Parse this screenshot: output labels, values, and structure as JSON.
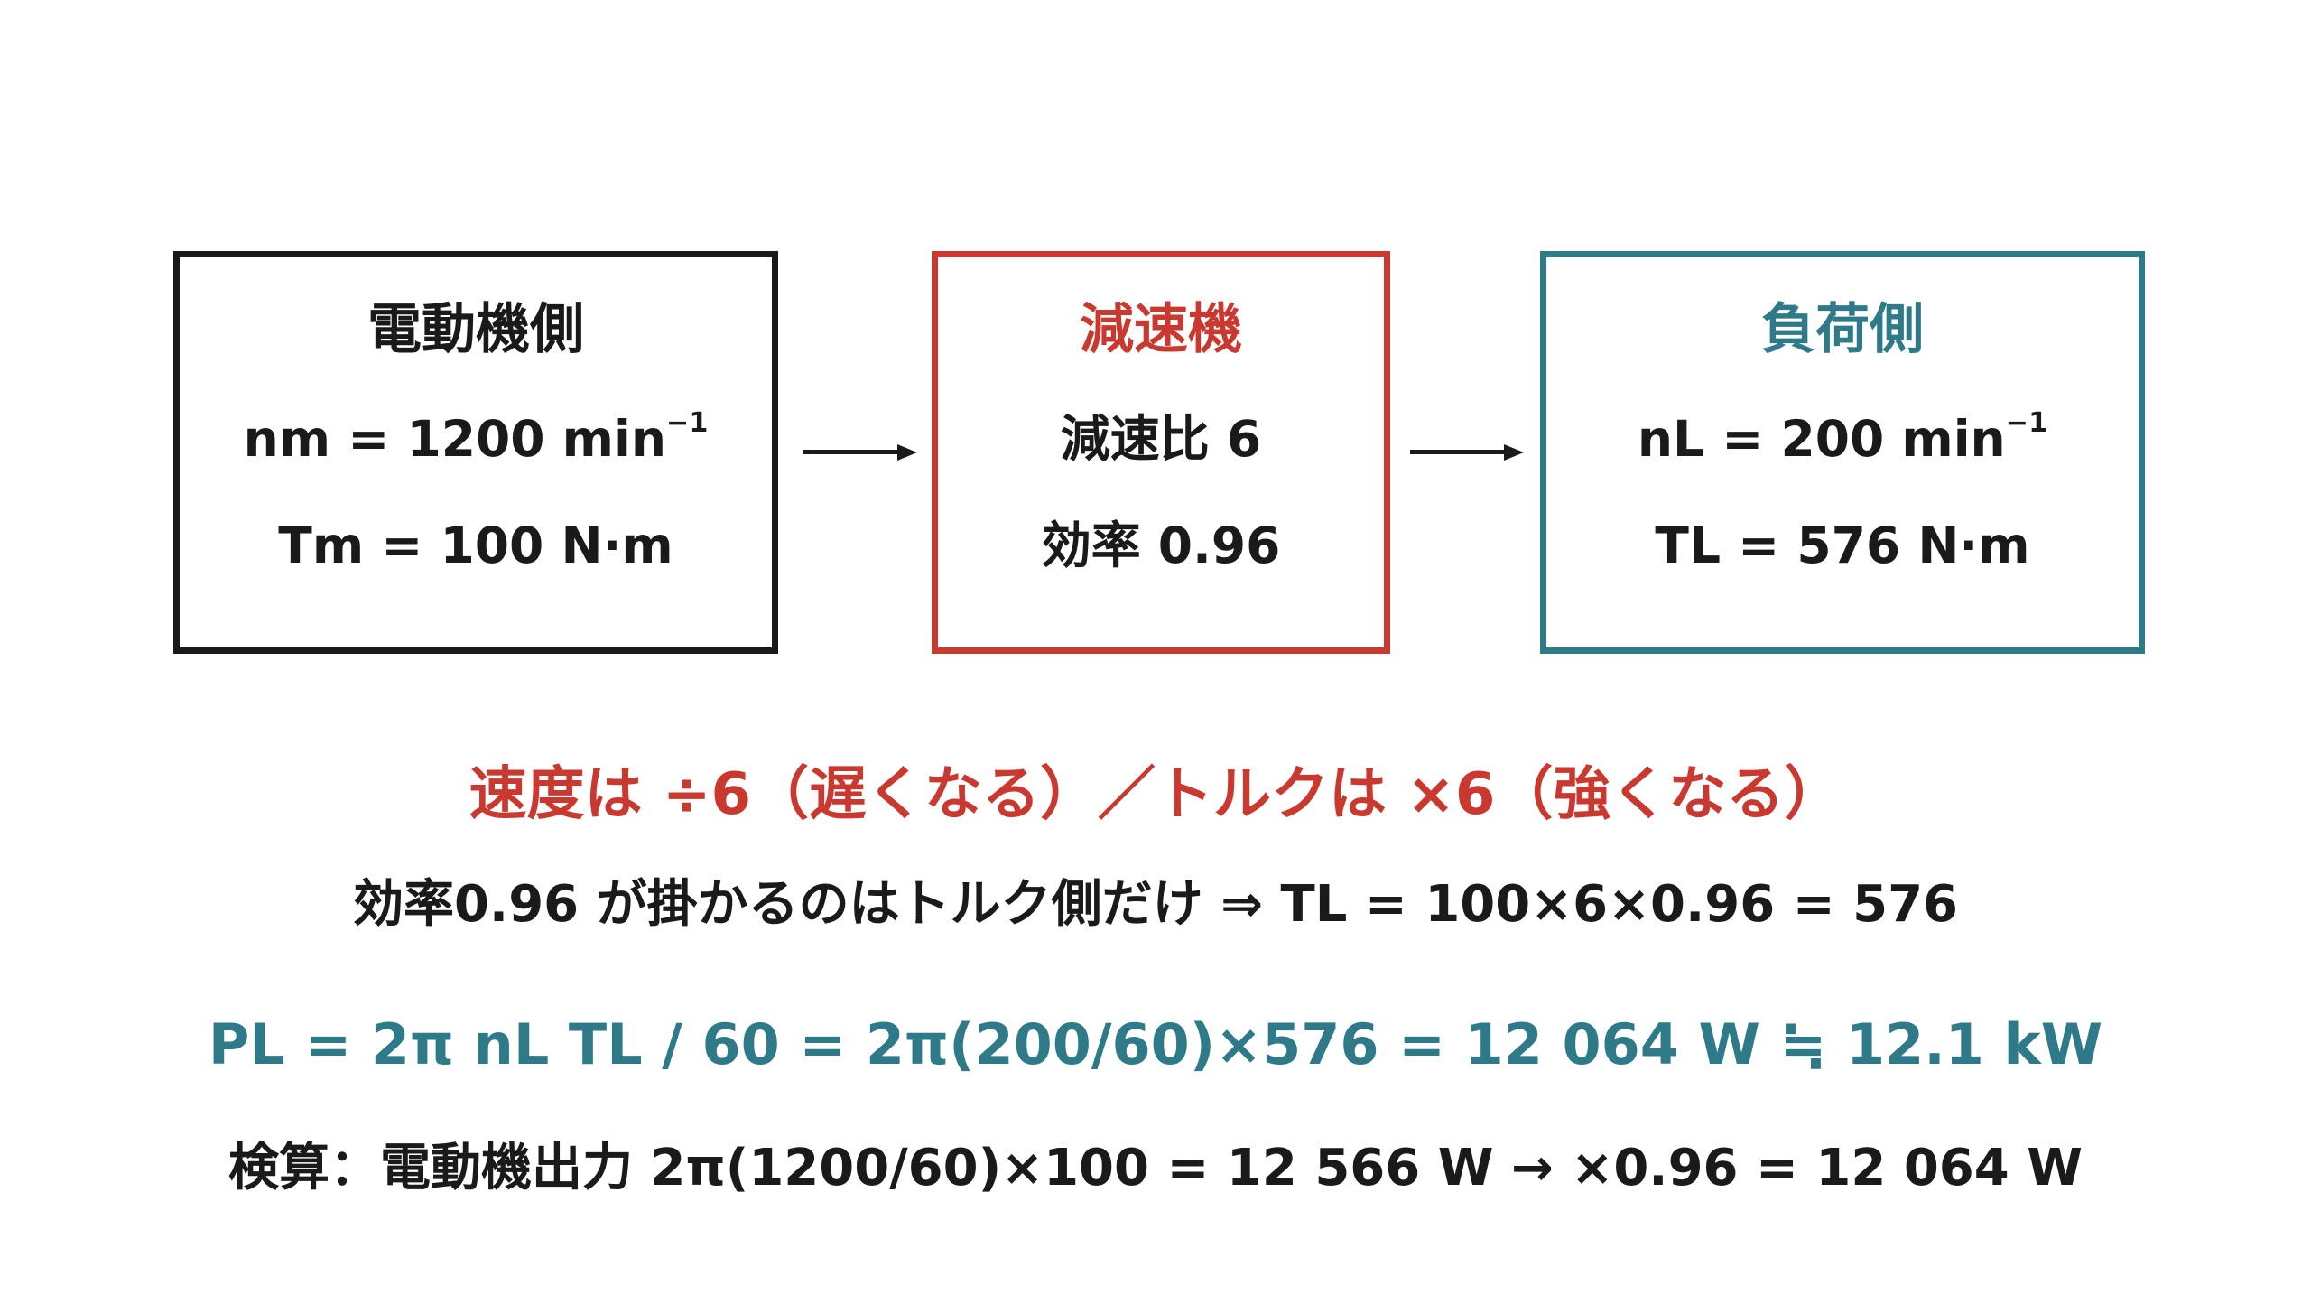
{
  "colors": {
    "motor": "#1a1a1a",
    "reducer": "#c9392f",
    "load": "#2f7a89"
  },
  "motor": {
    "title": "電動機側",
    "speed": "nm = 1200 min",
    "speed_exp": "−1",
    "torque": "Tm = 100 N·m"
  },
  "reducer": {
    "title": "減速機",
    "ratio": "減速比 6",
    "efficiency": "効率 0.96"
  },
  "load": {
    "title": "負荷側",
    "speed": "nL = 200 min",
    "speed_exp": "−1",
    "torque": "TL = 576 N·m"
  },
  "notes": {
    "speed_torque": "速度は ÷6（遅くなる）／トルクは ×6（強くなる）",
    "efficiency": "効率0.96 が掛かるのはトルク側だけ ⇒ TL = 100×6×0.96 = 576",
    "power": "PL = 2π nL TL / 60 = 2π(200/60)×576 = 12 064 W ≒ 12.1 kW",
    "check": "検算：電動機出力 2π(1200/60)×100 = 12 566 W → ×0.96 = 12 064 W"
  }
}
